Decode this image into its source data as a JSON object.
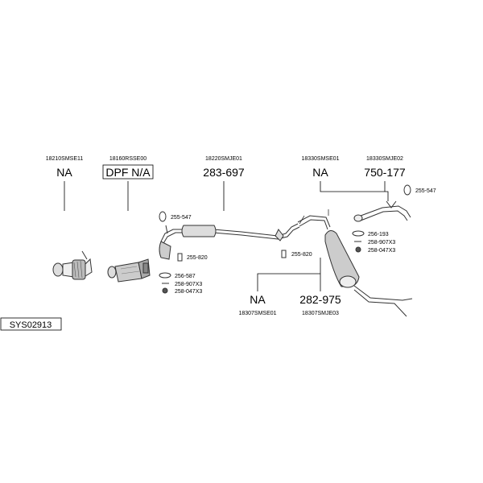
{
  "diagram_id": "SYS02913",
  "parts": [
    {
      "code": "18210SMSE11",
      "ref": "NA"
    },
    {
      "code": "18160RSSE00",
      "ref": "DPF N/A"
    },
    {
      "code": "18220SMJE01",
      "ref": "283-697"
    },
    {
      "code": "18330SMSE01",
      "ref": "NA"
    },
    {
      "code": "18330SMJE02",
      "ref": "750-177"
    },
    {
      "code": "18307SMSE01",
      "ref": "NA"
    },
    {
      "code": "18307SMJE03",
      "ref": "282-975"
    }
  ],
  "fittings": {
    "a1": "255-547",
    "a2": "255-547",
    "b1": "255-820",
    "b2": "255-820",
    "c1": "256-587",
    "c2": "258-907X3",
    "c3": "258-047X3",
    "d1": "256-193",
    "d2": "258-907X3",
    "d3": "258-047X3"
  }
}
